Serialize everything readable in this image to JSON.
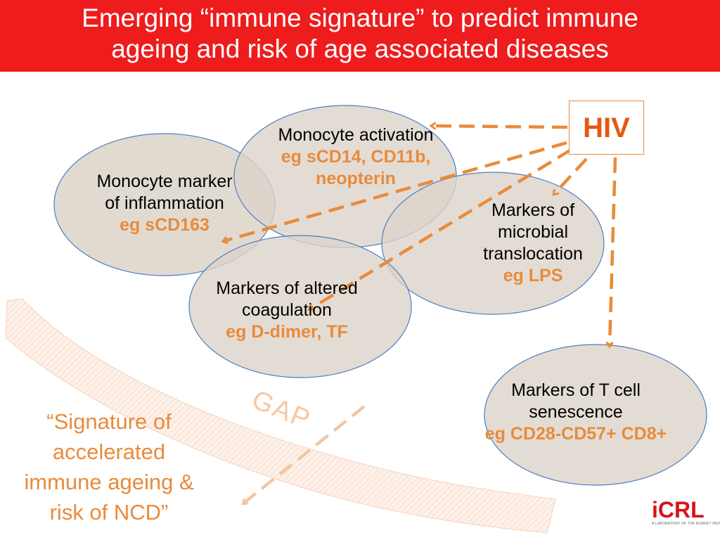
{
  "title": {
    "line1": "Emerging “immune signature” to predict immune",
    "line2": "ageing and risk of age associated diseases"
  },
  "source": {
    "label": "HIV"
  },
  "nodes": {
    "inflammation": {
      "line1": "Monocyte marker",
      "line2": "of inflammation",
      "example": "eg sCD163"
    },
    "activation": {
      "line1": "Monocyte activation",
      "example1": "eg sCD14, CD11b,",
      "example2": "neopterin"
    },
    "microbial": {
      "line1": "Markers of",
      "line2": "microbial",
      "line3": "translocation",
      "example": "eg LPS"
    },
    "coagulation": {
      "line1": "Markers of altered",
      "line2": "coagulation",
      "example": "eg D-dimer, TF"
    },
    "senescence": {
      "line1": "Markers of T cell",
      "line2": "senescence",
      "example": "eg CD28-CD57+ CD8+"
    }
  },
  "gap": {
    "label": "GAP"
  },
  "outcome": {
    "line1": "“Signature of",
    "line2": "accelerated",
    "line3": "immune ageing &",
    "line4": "risk of NCD”"
  },
  "logo": {
    "mark_i": "i",
    "mark_rest": "CRL",
    "subtitle": "A LABORATORY OF THE BURNET INSTITUTE"
  },
  "colors": {
    "title_bg": "#ee1c1c",
    "ellipse_fill": "#dcd3c9",
    "ellipse_stroke": "#4a7fc1",
    "accent_orange": "#e98b3a",
    "hiv_text": "#e35914"
  }
}
